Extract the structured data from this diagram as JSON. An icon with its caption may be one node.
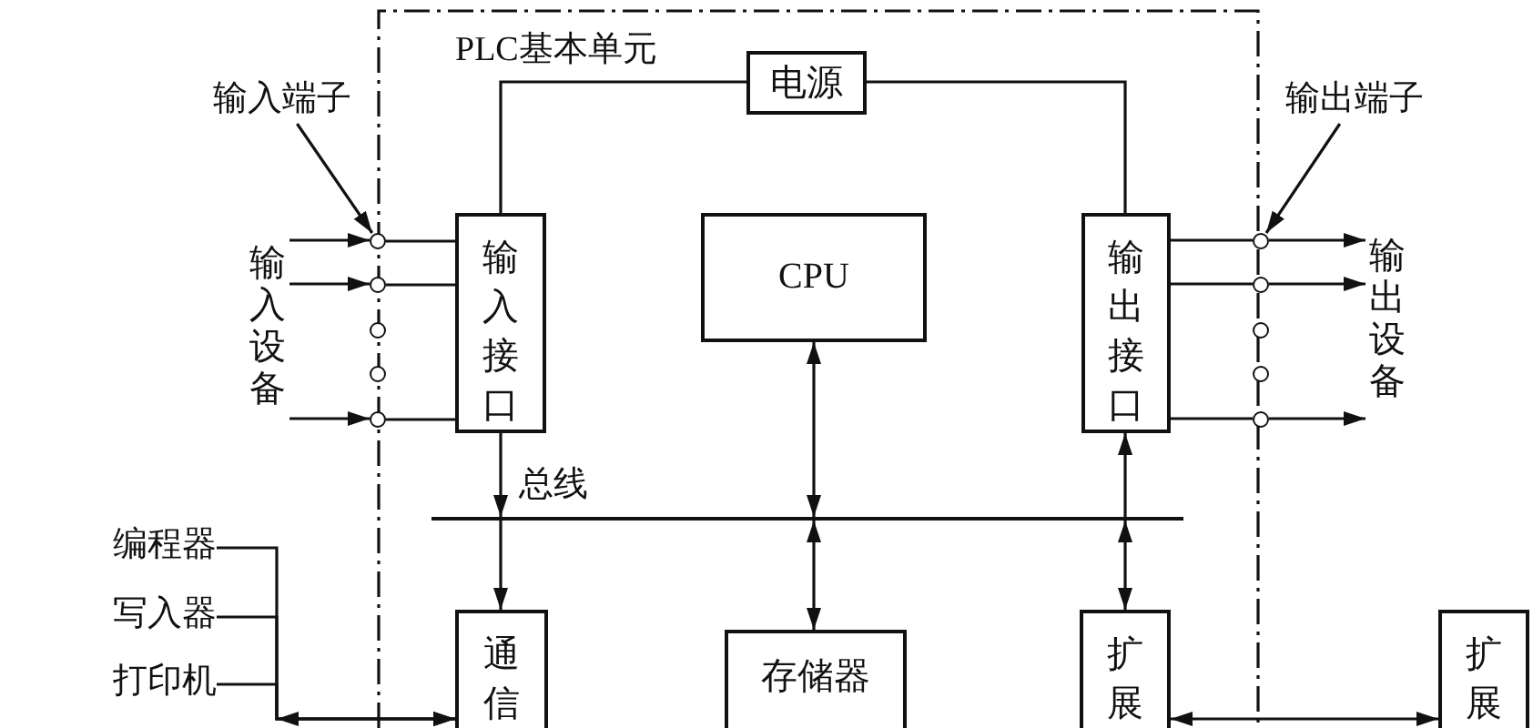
{
  "diagram": {
    "nodes": [
      {
        "text": [
          "PLC基本单元"
        ]
      },
      {
        "text": [
          "电源"
        ],
        "in": 0
      },
      {
        "text": [
          "输入接口"
        ],
        "in": 0
      },
      {
        "text": [
          "CPU"
        ],
        "in": 0
      },
      {
        "text": [
          "输出接口"
        ],
        "in": 0
      },
      {
        "text": [
          "通信"
        ],
        "in": 0
      },
      {
        "text": [
          "存储器"
        ],
        "in": 0
      },
      {
        "text": [
          "扩展"
        ],
        "in": 0
      },
      {
        "text": [
          "扩展"
        ]
      },
      {
        "text": [
          "输入端子"
        ]
      },
      {
        "text": [
          "输出端子"
        ]
      },
      {
        "text": [],
        "shape": "circle"
      },
      {
        "text": [],
        "shape": "circle"
      },
      {
        "text": [],
        "shape": "circle"
      },
      {
        "text": [],
        "shape": "circle"
      },
      {
        "text": [],
        "shape": "circle"
      },
      {
        "text": [],
        "shape": "circle"
      },
      {
        "text": [],
        "shape": "circle"
      },
      {
        "text": [],
        "shape": "circle"
      },
      {
        "text": [],
        "shape": "circle"
      },
      {
        "text": [],
        "shape": "circle"
      },
      {
        "text": [],
        "shape": "bar",
        "in": 0,
        "beside": [
          "总线"
        ]
      },
      {
        "text": [
          "编程器"
        ]
      },
      {
        "text": [
          "写入器"
        ]
      },
      {
        "text": [
          "打印机"
        ]
      },
      {
        "text": [
          "输入设备"
        ]
      },
      {
        "text": [
          "输出设备"
        ]
      }
    ],
    "edges": [
      {
        "from": 1,
        "to": 2,
        "arrow": "none"
      },
      {
        "from": 1,
        "to": 4,
        "arrow": "none"
      },
      {
        "from": 25,
        "to": 11,
        "arrow": "to"
      },
      {
        "from": 25,
        "to": 12,
        "arrow": "to"
      },
      {
        "from": 25,
        "to": 15,
        "arrow": "to"
      },
      {
        "from": 11,
        "to": 2,
        "arrow": "none"
      },
      {
        "from": 12,
        "to": 2,
        "arrow": "none"
      },
      {
        "from": 15,
        "to": 2,
        "arrow": "none"
      },
      {
        "from": 9,
        "to": 11,
        "arrow": "to"
      },
      {
        "from": 4,
        "to": 16,
        "arrow": "none"
      },
      {
        "from": 4,
        "to": 17,
        "arrow": "none"
      },
      {
        "from": 4,
        "to": 20,
        "arrow": "none"
      },
      {
        "from": 16,
        "to": 26,
        "arrow": "to"
      },
      {
        "from": 17,
        "to": 26,
        "arrow": "to"
      },
      {
        "from": 20,
        "to": 26,
        "arrow": "to"
      },
      {
        "from": 10,
        "to": 16,
        "arrow": "to"
      },
      {
        "from": 2,
        "to": 21,
        "arrow": "to"
      },
      {
        "from": 21,
        "to": 5,
        "arrow": "to"
      },
      {
        "from": 3,
        "to": 21,
        "arrow": "both"
      },
      {
        "from": 21,
        "to": 6,
        "arrow": "both"
      },
      {
        "from": 21,
        "to": 4,
        "arrow": "to"
      },
      {
        "from": 21,
        "to": 7,
        "arrow": "both"
      },
      {
        "from": 7,
        "to": 8,
        "arrow": "both"
      },
      {
        "from": 22,
        "to": 5,
        "arrow": "to"
      },
      {
        "from": 23,
        "to": 5,
        "arrow": "to"
      },
      {
        "from": 24,
        "to": 5,
        "arrow": "to"
      }
    ]
  }
}
